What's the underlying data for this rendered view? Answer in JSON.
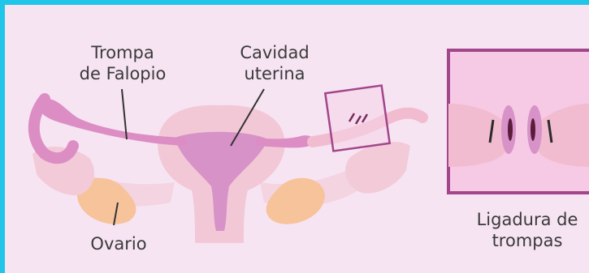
{
  "labels": {
    "fallopian_tube": "Trompa\nde Falopio",
    "uterine_cavity": "Cavidad\nuterina",
    "ovary": "Ovario",
    "tubal_ligation": "Ligadura de\ntrompas"
  },
  "colors": {
    "frame": "#1fc6e8",
    "background": "#f7e4f3",
    "uterus": "#f2c8d6",
    "tube": "#dc8ec4",
    "cavity": "#d792c8",
    "ovary": "#f6c39b",
    "zoom_box": "#a2468b",
    "text": "#3a3a3a"
  }
}
